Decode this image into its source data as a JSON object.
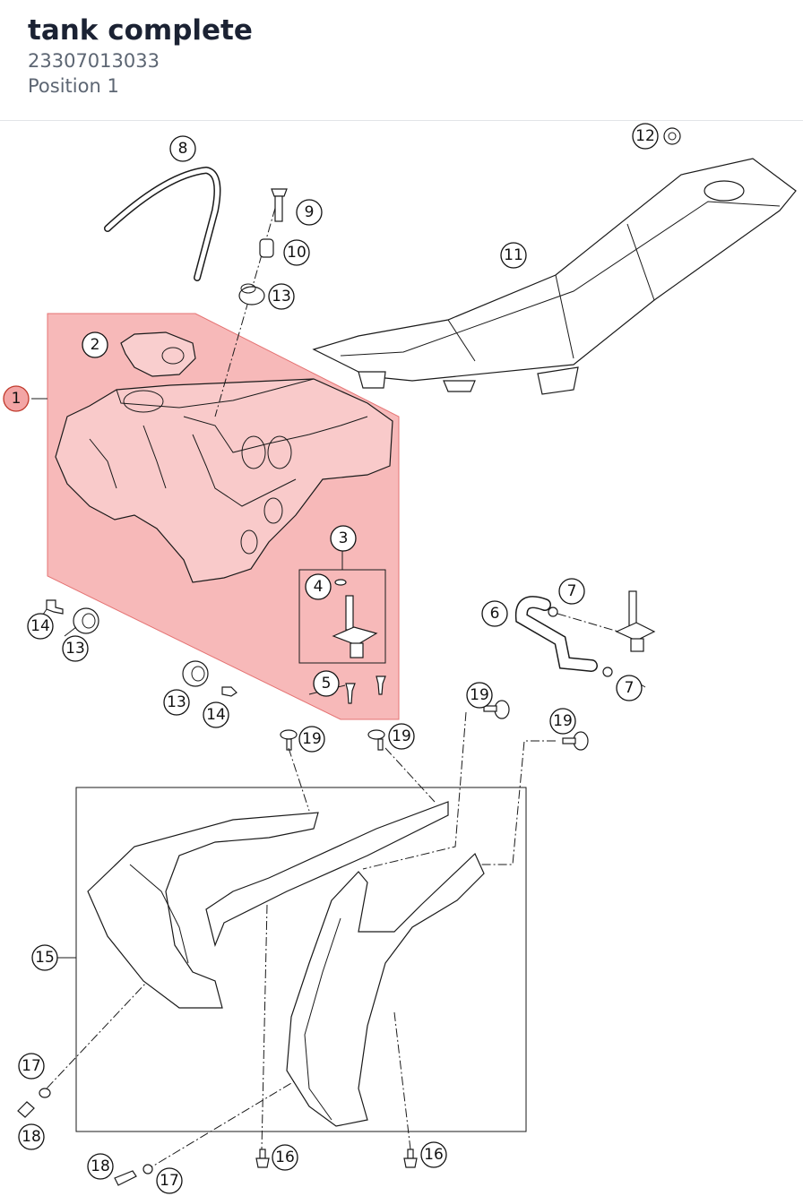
{
  "header": {
    "title": "tank complete",
    "part_number": "23307013033",
    "position": "Position 1"
  },
  "colors": {
    "highlight": "#f28b8b",
    "title": "#1b2233",
    "subtitle": "#5d6673"
  },
  "callouts": [
    "1",
    "2",
    "3",
    "4",
    "5",
    "6",
    "7",
    "7",
    "8",
    "9",
    "10",
    "11",
    "12",
    "13",
    "13",
    "13",
    "14",
    "14",
    "15",
    "16",
    "16",
    "17",
    "17",
    "18",
    "18",
    "19",
    "19",
    "19",
    "19"
  ],
  "highlighted_callout": "1"
}
